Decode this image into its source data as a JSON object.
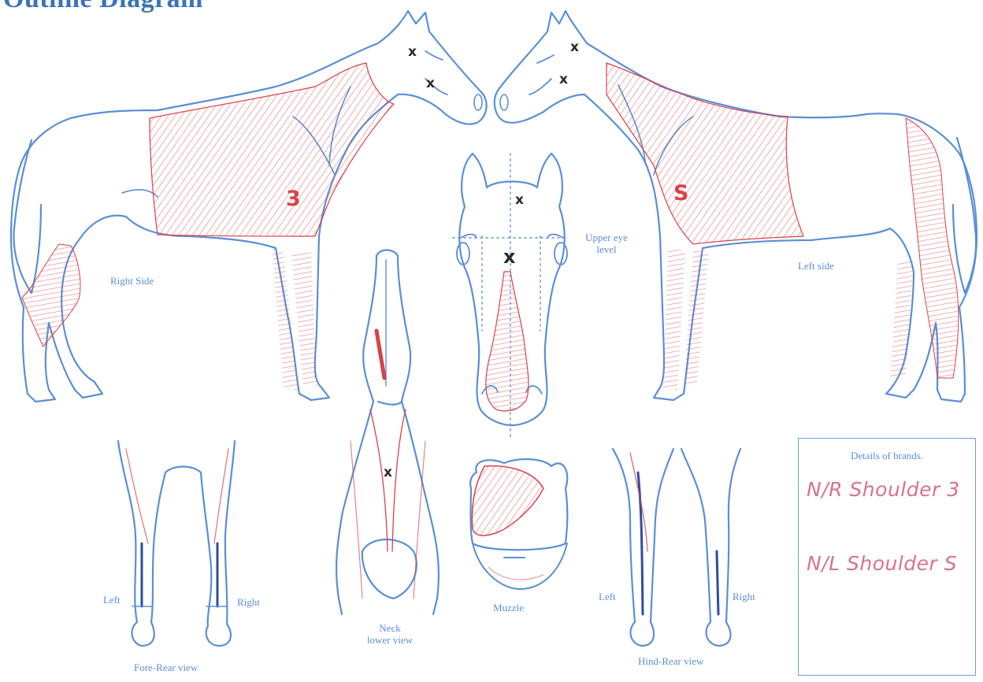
{
  "title": "Outline Diagram",
  "labels": {
    "right_side": "Right Side",
    "left_side": "Left side",
    "upper_eye_line1": "Upper eye",
    "upper_eye_line2": "level",
    "left_fore": "Left",
    "right_fore": "Right",
    "fore_rear_view": "Fore-Rear view",
    "neck_line1": "Neck",
    "neck_line2": "lower view",
    "muzzle": "Muzzle",
    "left_hind": "Left",
    "right_hind": "Right",
    "hind_rear_view": "Hind-Rear view"
  },
  "brands": {
    "heading": "Details of brands.",
    "entries": [
      "N/R Shoulder 3",
      "N/L Shoulder S"
    ],
    "right_shoulder_mark": "3",
    "left_shoulder_mark": "S"
  },
  "marks": {
    "whorl": "x"
  },
  "colors": {
    "outline": "#5b8fd6",
    "markings": "#d8424a",
    "handwriting": "#d9728d"
  }
}
